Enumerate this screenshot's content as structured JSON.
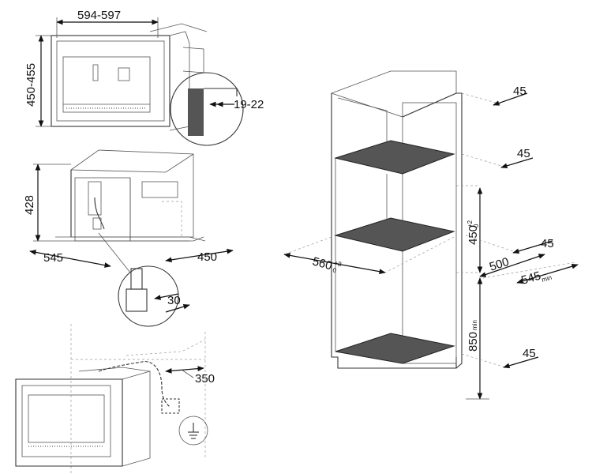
{
  "colors": {
    "line": "#333333",
    "panel_fill": "#555555",
    "light_line": "#9a9a9a",
    "background": "#ffffff"
  },
  "dimensions": {
    "width_range": "594-597",
    "height_range": "450-455",
    "frame_depth": "19-22",
    "body_height": "428",
    "body_depth": "545",
    "body_width": "450",
    "pipe_distance": "30",
    "cable_length": "350",
    "cabinet_depth_top": "45",
    "cabinet_depth_upper": "45",
    "niche_height": "450",
    "niche_height_sup": "+2",
    "niche_height_sub": "0",
    "right_depth_mid": "45",
    "niche_depth": "500",
    "niche_width": "560",
    "niche_width_sup": "+8",
    "niche_width_sub": "0",
    "cabinet_depth_total": "545",
    "cabinet_depth_total_sub": "min",
    "floor_height": "850",
    "floor_height_sub": "min",
    "cabinet_depth_bottom": "45"
  }
}
